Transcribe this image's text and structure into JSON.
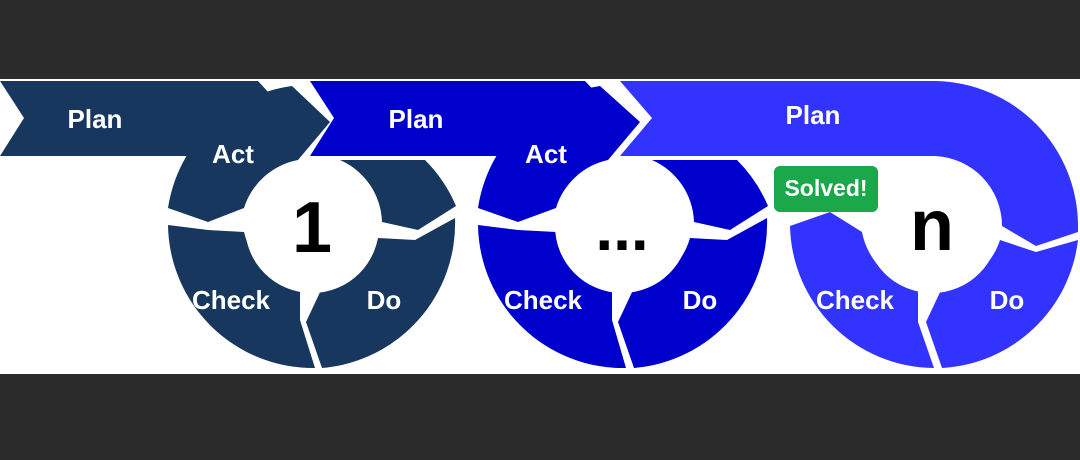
{
  "colors": {
    "frame": "#2b2b2b",
    "canvas": "#ffffff",
    "cycle1": "#17375e",
    "cycle2": "#0000cc",
    "cycle3": "#3333ff",
    "solved": "#1aa84a"
  },
  "cycles": [
    {
      "plan": "Plan",
      "act": "Act",
      "check": "Check",
      "do": "Do",
      "number": "1"
    },
    {
      "plan": "Plan",
      "act": "Act",
      "check": "Check",
      "do": "Do",
      "number": "..."
    },
    {
      "plan": "Plan",
      "check": "Check",
      "do": "Do",
      "number": "n"
    }
  ],
  "solved_badge": "Solved!"
}
